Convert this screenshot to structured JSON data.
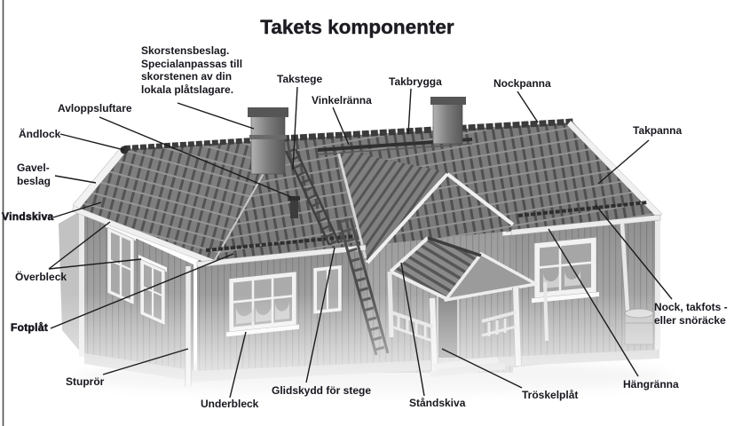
{
  "title": "Takets komponenter",
  "labels": {
    "skorstensbeslag": "Skorstensbeslag.\nSpecialanpassas till\nskorstenen av din\nlokala plåtslagare.",
    "takstege": "Takstege",
    "vinkelranna": "Vinkelränna",
    "takbrygga": "Takbrygga",
    "nockpanna": "Nockpanna",
    "takpanna": "Takpanna",
    "avloppsluftare": "Avloppsluftare",
    "andlock": "Ändlock",
    "gavelbeslag": "Gavel-\nbeslag",
    "vindskiva": "Vindskiva",
    "overbleck": "Överbleck",
    "fotplat": "Fotplåt",
    "stupror": "Stuprör",
    "underbleck": "Underbleck",
    "glidskydd": "Glidskydd för stege",
    "standskiva": "Ståndskiva",
    "troskelplat": "Tröskelplåt",
    "hangranna": "Hängränna",
    "nocktakfots": "Nock, takfots -\neller snöräcke"
  },
  "colors": {
    "background": "#ffffff",
    "label_text": "#17171f",
    "leader_line": "#1b1b1b",
    "roof_tile": "#7b7b7b",
    "wall_gray": "#9c9c9c",
    "trim_white": "#efefef"
  }
}
